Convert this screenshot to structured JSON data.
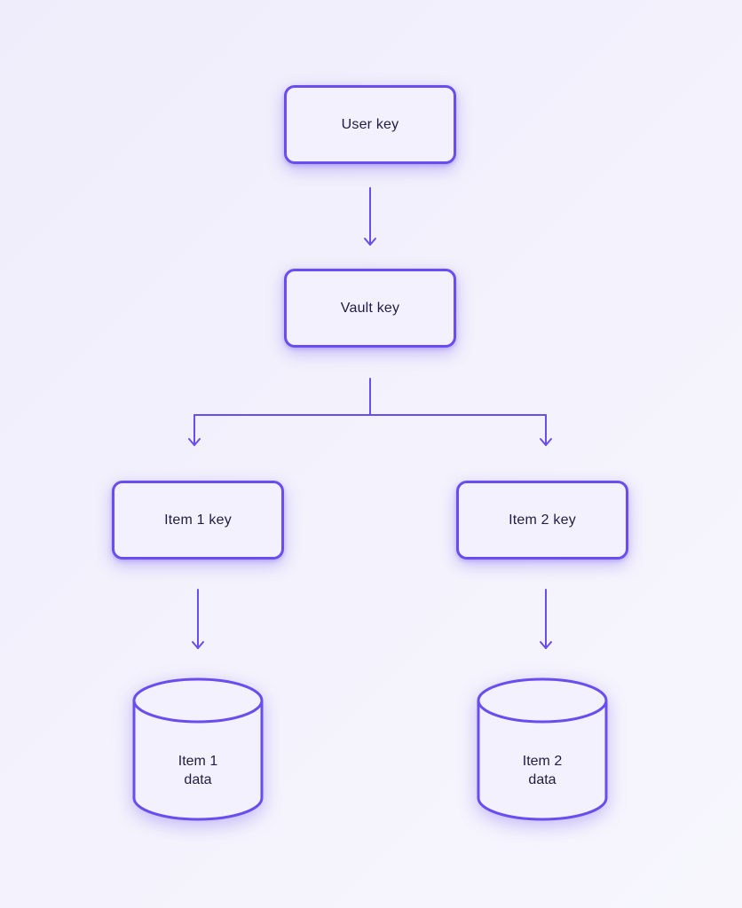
{
  "nodes": {
    "user_key": "User key",
    "vault_key": "Vault key",
    "item1_key": "Item 1 key",
    "item2_key": "Item 2 key"
  },
  "stores": {
    "item1": {
      "line1": "Item 1",
      "line2": "data"
    },
    "item2": {
      "line1": "Item 2",
      "line2": "data"
    }
  },
  "edges": [
    {
      "from": "User key",
      "to": "Vault key"
    },
    {
      "from": "Vault key",
      "to": "Item 1 key"
    },
    {
      "from": "Vault key",
      "to": "Item 2 key"
    },
    {
      "from": "Item 1 key",
      "to": "Item 1 data"
    },
    {
      "from": "Item 2 key",
      "to": "Item 2 data"
    }
  ],
  "colors": {
    "accent": "#6a4df0",
    "background": "#f2f0fc",
    "text": "#221c44"
  }
}
